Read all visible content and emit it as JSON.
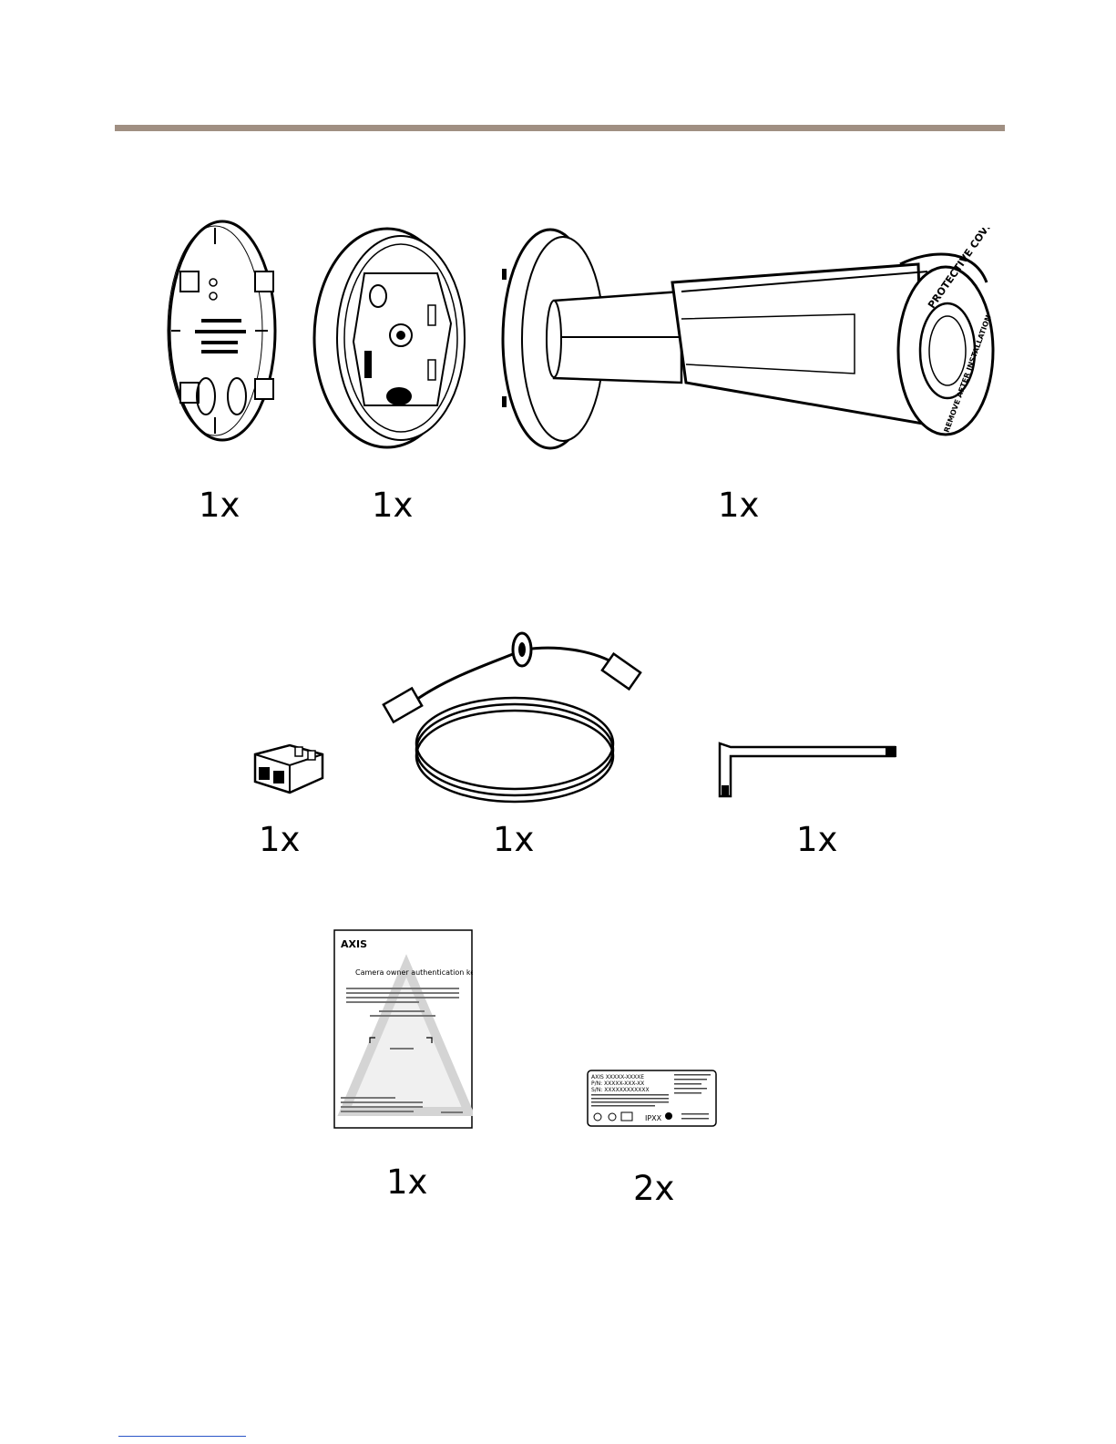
{
  "header": {
    "rule_color": "#a08f82"
  },
  "items": [
    {
      "id": "mounting-plate",
      "quantity": "1x"
    },
    {
      "id": "junction-box",
      "quantity": "1x"
    },
    {
      "id": "camera",
      "quantity": "1x",
      "cover_text_top": "PROTECTIVE COVER",
      "cover_text_bottom": "REMOVE AFTER INSTALLATION"
    },
    {
      "id": "terminal-connector",
      "quantity": "1x"
    },
    {
      "id": "network-cable",
      "quantity": "1x"
    },
    {
      "id": "torx-key",
      "quantity": "1x"
    },
    {
      "id": "auth-key-document",
      "quantity": "1x",
      "brand": "AXIS",
      "title": "Camera owner authentication key"
    },
    {
      "id": "product-label",
      "quantity": "2x",
      "model_line": "AXIS XXXXX-XXXXE",
      "pn_line": "P/N: XXXXX-XXX-XX",
      "sn_line": "S/N: XXXXXXXXXXXX",
      "ip_mark": "IPXX"
    }
  ]
}
